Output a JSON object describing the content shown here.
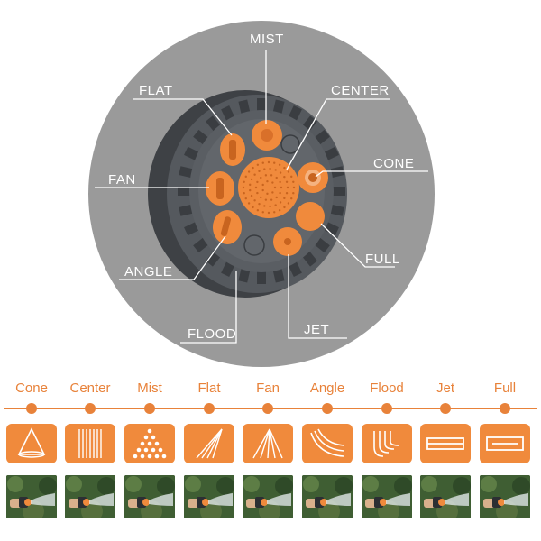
{
  "nozzle_labels": {
    "mist": "MIST",
    "flat": "FLAT",
    "center": "CENTER",
    "cone": "CONE",
    "fan": "FAN",
    "angle": "ANGLE",
    "full": "FULL",
    "jet": "JET",
    "flood": "FLOOD"
  },
  "modes": [
    {
      "name": "Cone",
      "icon": "cone-spray-icon"
    },
    {
      "name": "Center",
      "icon": "center-spray-icon"
    },
    {
      "name": "Mist",
      "icon": "mist-spray-icon"
    },
    {
      "name": "Flat",
      "icon": "flat-spray-icon"
    },
    {
      "name": "Fan",
      "icon": "fan-spray-icon"
    },
    {
      "name": "Angle",
      "icon": "angle-spray-icon"
    },
    {
      "name": "Flood",
      "icon": "flood-spray-icon"
    },
    {
      "name": "Jet",
      "icon": "jet-spray-icon"
    },
    {
      "name": "Full",
      "icon": "full-spray-icon"
    }
  ],
  "colors": {
    "accent": "#f08a3c",
    "backdrop": "#9a9a9a",
    "nozzle_body": "#4e5257"
  }
}
